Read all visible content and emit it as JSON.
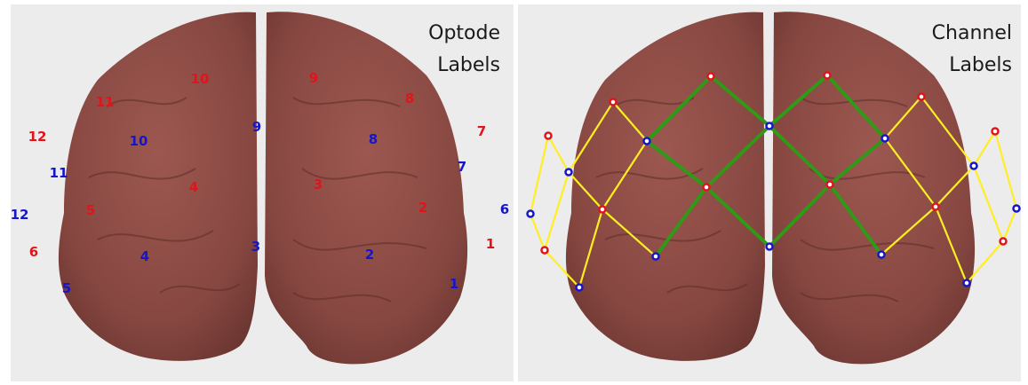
{
  "colors": {
    "panel_bg": "#ececec",
    "brain": "#8a4a44",
    "brain_dark": "#5e2d29",
    "source": "#e0151c",
    "detector": "#1616c8",
    "short_channel": "#ffee22",
    "long_channel": "#2e9a16"
  },
  "left_panel": {
    "title_line1": "Optode",
    "title_line2": "Labels",
    "source_labels": [
      "1",
      "2",
      "3",
      "4",
      "5",
      "6",
      "7",
      "8",
      "9",
      "10",
      "11",
      "12"
    ],
    "detector_labels": [
      "1",
      "2",
      "3",
      "4",
      "5",
      "6",
      "7",
      "8",
      "9",
      "10",
      "11",
      "12"
    ]
  },
  "right_panel": {
    "title_line1": "Channel",
    "title_line2": "Labels",
    "optode_types": [
      "source",
      "detector"
    ],
    "channel_types": [
      "short_channel",
      "long_channel"
    ]
  }
}
